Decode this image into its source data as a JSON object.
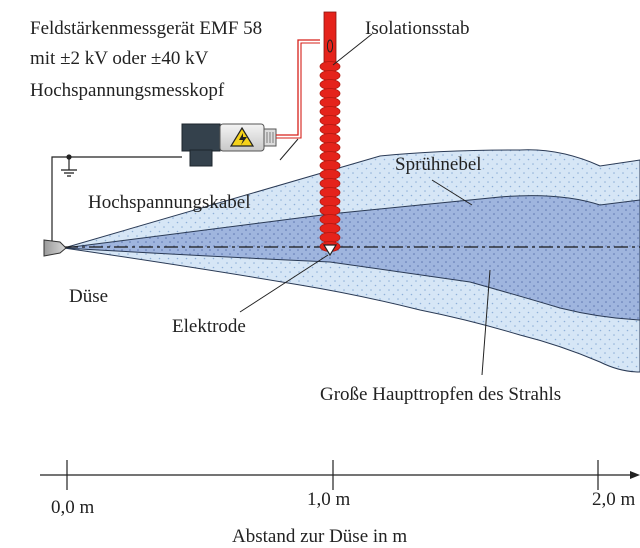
{
  "labels": {
    "device_line1": "Feldstärkenmessgerät EMF 58",
    "device_line2": "mit ±2 kV oder ±40 kV",
    "device_line3": "Hochspannungsmesskopf",
    "rod": "Isolationsstab",
    "cable": "Hochspannungskabel",
    "mist": "Sprühnebel",
    "nozzle": "Düse",
    "electrode": "Elektrode",
    "drops": "Große Haupttropfen des Strahls",
    "axis_title": "Abstand zur Düse in m"
  },
  "axis": {
    "ticks": [
      "0,0 m",
      "1,0 m",
      "2,0 m"
    ]
  },
  "colors": {
    "mist_fill": "#d6e6f6",
    "jet_fill": "#9fb5de",
    "rod_red": "#e5231b",
    "rod_dark": "#b01810",
    "probe_body": "#34414c",
    "probe_head": "#e6e6e6",
    "warning_yellow": "#f5d21a"
  },
  "icons": {
    "warning": "high-voltage-warning-icon",
    "ground": "ground-symbol-icon"
  }
}
